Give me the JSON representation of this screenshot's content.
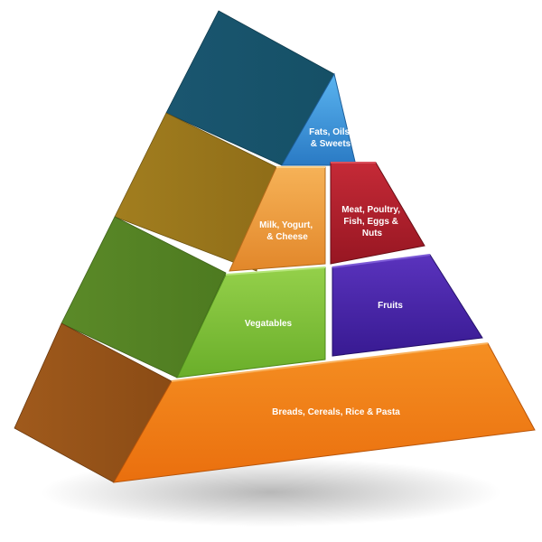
{
  "tiers": [
    {
      "id": "fats",
      "lines": [
        "Fats, Oils",
        "& Sweets"
      ],
      "front": "#3a8fd6",
      "side": "#1b5f78"
    },
    {
      "id": "milk",
      "lines": [
        "Milk, Yogurt,",
        "& Cheese"
      ],
      "front": "#ee9b3a",
      "side": "#a0781c"
    },
    {
      "id": "meat",
      "lines": [
        "Meat, Poultry,",
        "Fish, Eggs &",
        "Nuts"
      ],
      "front": "#b01d2a",
      "side": "#7a1018"
    },
    {
      "id": "vegetables",
      "lines": [
        "Vegatables"
      ],
      "front": "#7fc037",
      "side": "#5b8527"
    },
    {
      "id": "fruits",
      "lines": [
        "Fruits"
      ],
      "front": "#4a25a8",
      "side": "#2c1670"
    },
    {
      "id": "breads",
      "lines": [
        "Breads, Cereals, Rice & Pasta"
      ],
      "front": "#f07e16",
      "side": "#9a5417"
    }
  ]
}
